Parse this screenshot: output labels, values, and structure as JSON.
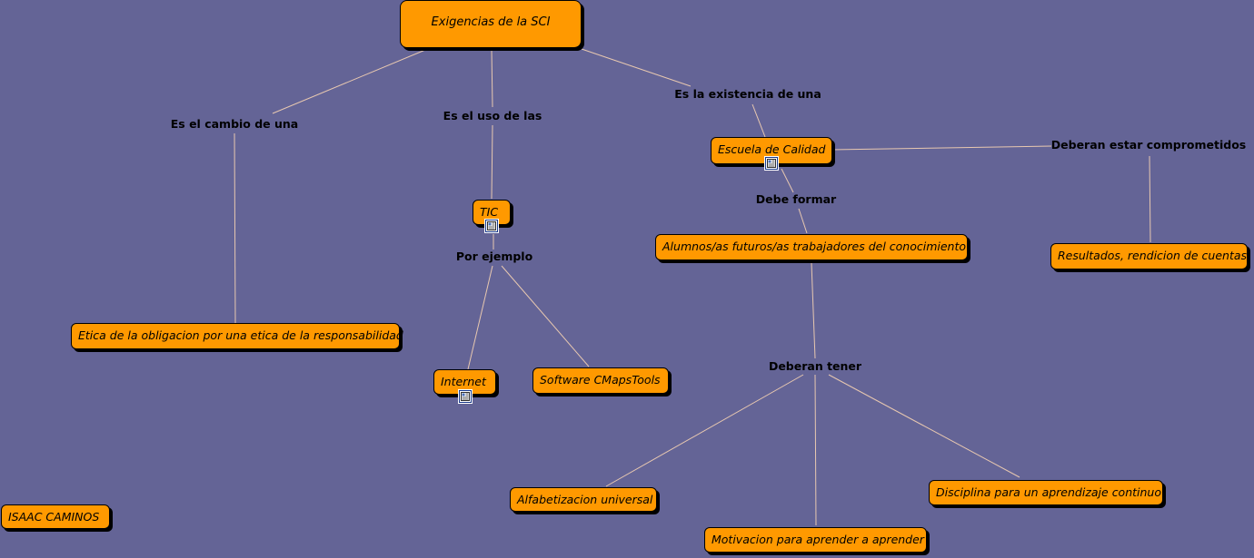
{
  "nodes": {
    "root": "Exigencias de la SCI",
    "tic": "TIC",
    "escuela": "Escuela de Calidad",
    "etica": "Etica de la obligacion por una etica de la responsabilidad",
    "internet": "Internet",
    "software": "Software CMapsTools",
    "alumnos": "Alumnos/as futuros/as trabajadores del conocimiento",
    "resultados": "Resultados, rendicion de cuentas",
    "alfabetizacion": "Alfabetizacion universal",
    "motivacion": "Motivacion para aprender a aprender",
    "disciplina": "Disciplina para un aprendizaje continuo",
    "author": "ISAAC CAMINOS"
  },
  "links": {
    "cambio": "Es el cambio de una",
    "uso": "Es el uso de las",
    "existencia": "Es la existencia de una",
    "ejemplo": "Por ejemplo",
    "formar": "Debe formar",
    "comprometidos": "Deberan estar comprometidos",
    "tener": "Deberan tener"
  },
  "icons": {
    "resource": "document-icon"
  },
  "colors": {
    "background": "#646496",
    "node_fill": "#ff9900",
    "node_border": "#000000",
    "connector": "#e8c8b0"
  }
}
